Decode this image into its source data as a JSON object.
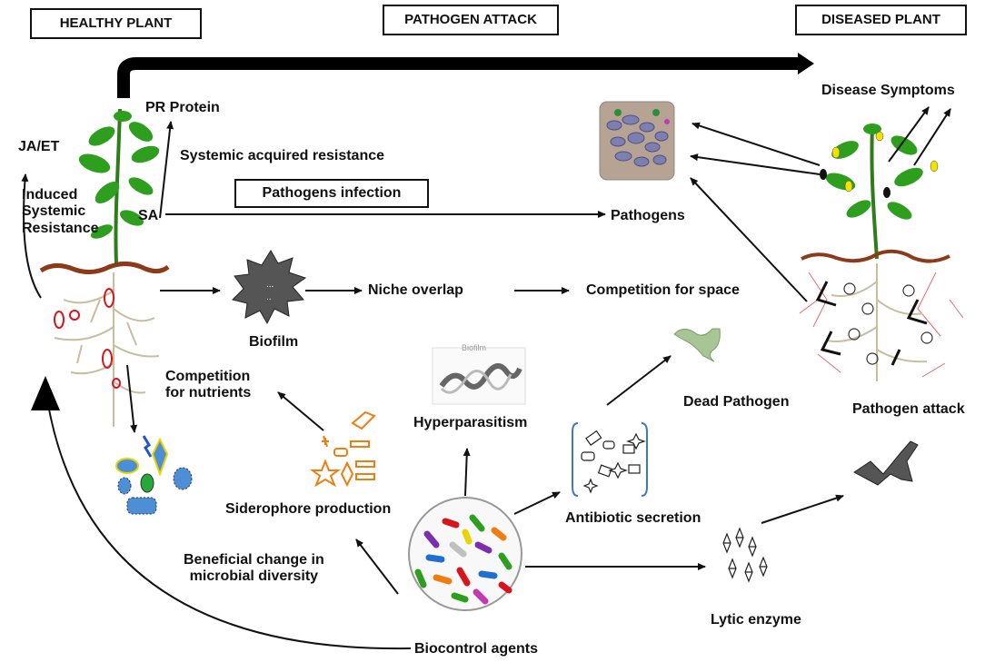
{
  "headers": {
    "healthy": "HEALTHY PLANT",
    "pathogen_attack": "PATHOGEN ATTACK",
    "diseased": "DISEASED PLANT"
  },
  "labels": {
    "pr_protein": "PR Protein",
    "ja_et": "JA/ET",
    "induced_systemic_resistance": "Induced\nSystemic\nResistance",
    "systemic_acquired_resistance": "Systemic acquired resistance",
    "sa": "SA",
    "pathogens_infection": "Pathogens infection",
    "pathogens": "Pathogens",
    "disease_symptoms": "Disease Symptoms",
    "biofilm": "Biofilm",
    "niche_overlap": "Niche overlap",
    "competition_for_space": "Competition for space",
    "competition_for_nutrients": "Competition\nfor nutrients",
    "hyperparasitism": "Hyperparasitism",
    "dead_pathogen": "Dead Pathogen",
    "pathogen_attack": "Pathogen attack",
    "siderophore_production": "Siderophore production",
    "antibiotic_secretion": "Antibiotic secretion",
    "beneficial_change": "Beneficial change in\nmicrobial diversity",
    "lytic_enzyme": "Lytic enzyme",
    "biocontrol_agents": "Biocontrol agents",
    "biofilm_inset": "Biofilm"
  },
  "colors": {
    "soil": "#8b3a1a",
    "leaf": "#2e9e1f",
    "root": "#c9bda0",
    "red_nodule": "#d9141c",
    "yellow_spot": "#f2e200",
    "orange_siderophore": "#f07d10",
    "biofilm": "#555555",
    "microbe_blue": "#4d8fd6"
  }
}
